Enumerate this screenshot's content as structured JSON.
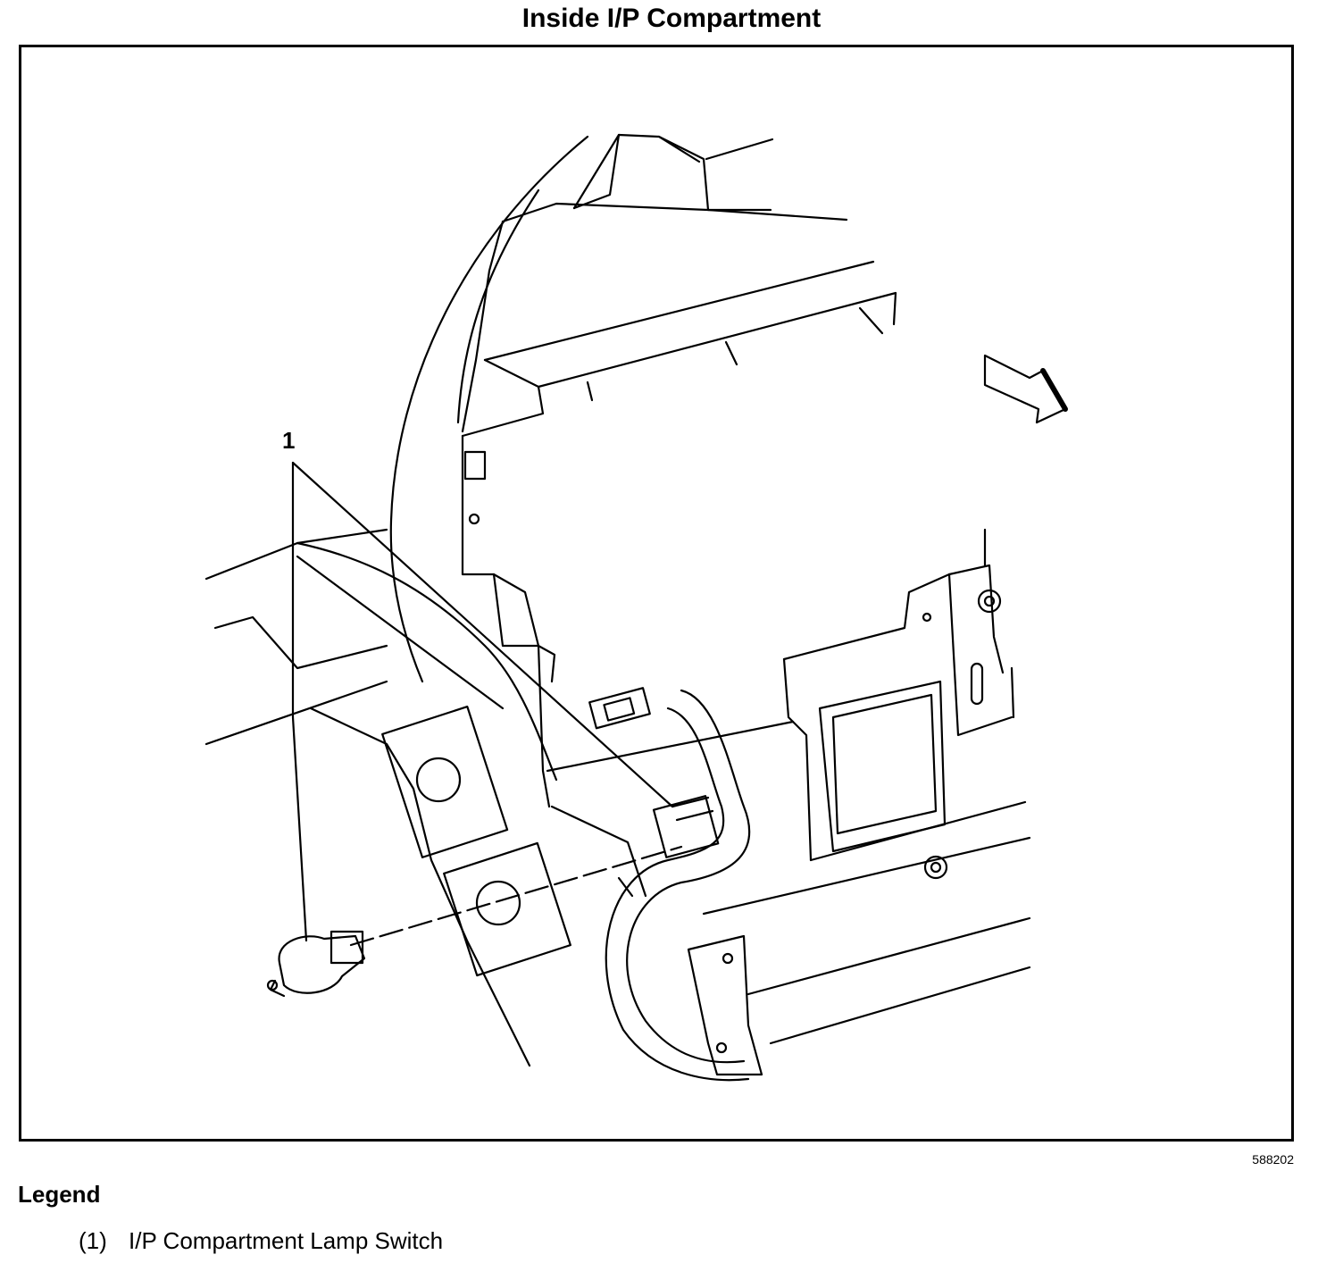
{
  "title": "Inside I/P Compartment",
  "callout": "1",
  "figure_id": "588202",
  "legend": {
    "heading": "Legend",
    "items": [
      {
        "number": "(1)",
        "label": "I/P Compartment Lamp Switch"
      }
    ]
  },
  "icons": [
    "front-direction-arrow-icon",
    "lamp-switch-icon",
    "connector-icon"
  ]
}
